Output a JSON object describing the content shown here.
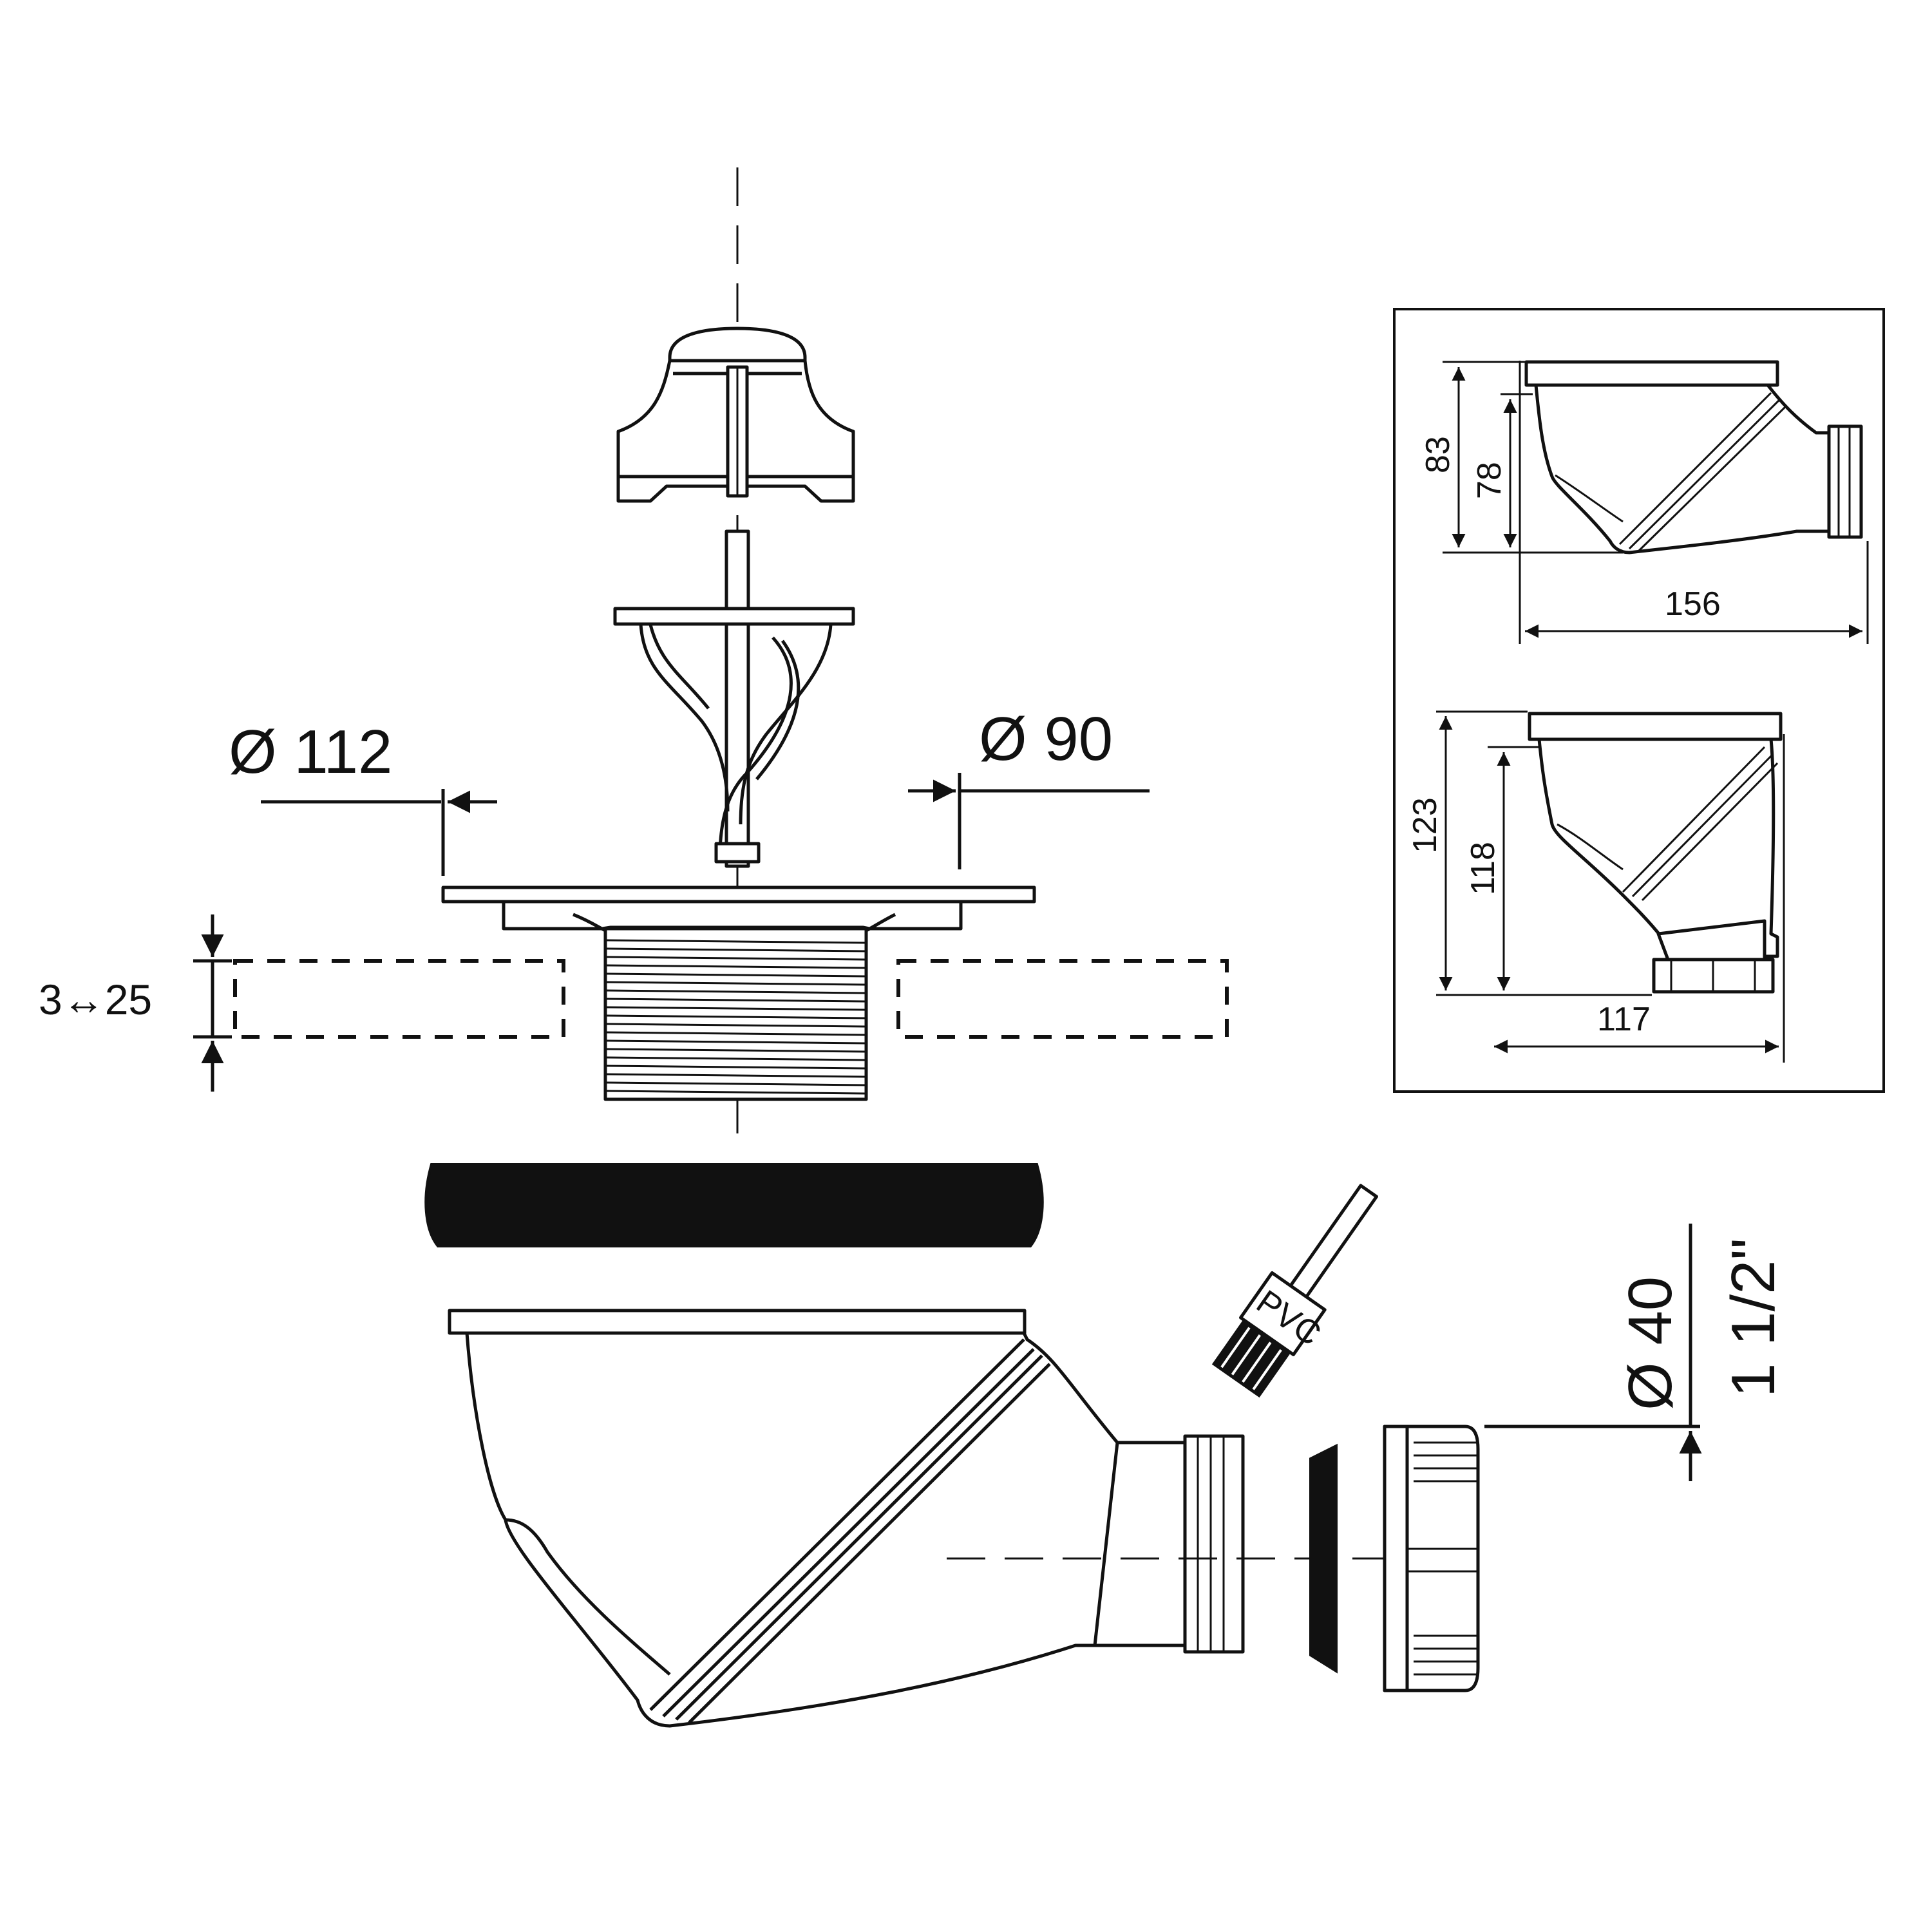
{
  "main_drawing": {
    "dim_flange_diameter": "Ø 112",
    "dim_body_diameter": "Ø 90",
    "dim_thickness": "3↔25",
    "dim_outlet_diameter": "Ø 40",
    "dim_outlet_thread": "1 1/2\"",
    "brush_label": "PVC"
  },
  "side_view": {
    "dim_height_total": "83",
    "dim_height_inner": "78",
    "dim_width": "156"
  },
  "bottom_outlet_view": {
    "dim_height_total": "123",
    "dim_height_inner": "118",
    "dim_width": "117"
  }
}
